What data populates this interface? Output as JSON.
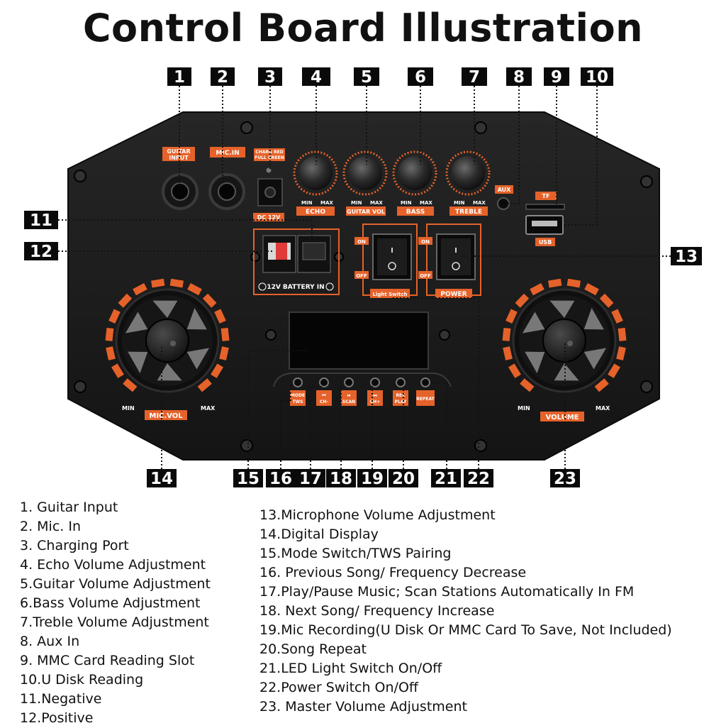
{
  "title": "Control Board Illustration",
  "colors": {
    "board": "#1c1c1c",
    "accent": "#e5622a",
    "callout_bg": "#0a0a0a",
    "callout_text": "#ffffff"
  },
  "callouts": [
    "1",
    "2",
    "3",
    "4",
    "5",
    "6",
    "7",
    "8",
    "9",
    "10",
    "11",
    "12",
    "13",
    "14",
    "15",
    "16",
    "17",
    "18",
    "19",
    "20",
    "21",
    "22",
    "23"
  ],
  "panel_labels": {
    "guitar_input": [
      "GUITAR",
      "INPUT"
    ],
    "mic_in": "MIC.IN",
    "charge": [
      "CHARG RED",
      "FULL GREEN"
    ],
    "dc": "DC 12V",
    "min": "MIN",
    "max": "MAX",
    "echo": "ECHO",
    "guitar_vol": "GUITAR VOL",
    "bass": "BASS",
    "treble": "TREBLE",
    "aux": "AUX",
    "tf": "TF",
    "usb": "USB",
    "on": "ON",
    "off": "OFF",
    "light_switch": "Light Switch",
    "power": "POWER",
    "battery": "12V BATTERY IN",
    "mic_vol": "MIC.VOL",
    "volume": "VOLUME",
    "buttons": [
      [
        "MODE",
        "TWS"
      ],
      [
        "⏮",
        "CH-"
      ],
      [
        "⏯",
        "SCAN"
      ],
      [
        "⏭",
        "CH+"
      ],
      [
        "REC",
        "PLAY"
      ],
      [
        "REPEAT",
        ""
      ]
    ]
  },
  "legend_left": [
    "1. Guitar Input",
    "2. Mic. In",
    "3. Charging Port",
    "4. Echo Volume Adjustment",
    "5.Guitar Volume Adjustment",
    "6.Bass Volume Adjustment",
    "7.Treble Volume Adjustment",
    "8. Aux In",
    "9. MMC Card Reading Slot",
    "10.U Disk Reading",
    "11.Negative",
    "12.Positive"
  ],
  "legend_right": [
    "13.Microphone Volume Adjustment",
    "14.Digital Display",
    "15.Mode Switch/TWS Pairing",
    "16. Previous Song/ Frequency Decrease",
    "17.Play/Pause Music; Scan Stations Automatically In FM",
    "18. Next Song/ Frequency Increase",
    "19.Mic Recording(U Disk Or MMC Card To Save, Not Included)",
    "20.Song Repeat",
    "21.LED Light Switch On/Off",
    "22.Power Switch On/Off",
    "23. Master Volume Adjustment"
  ]
}
